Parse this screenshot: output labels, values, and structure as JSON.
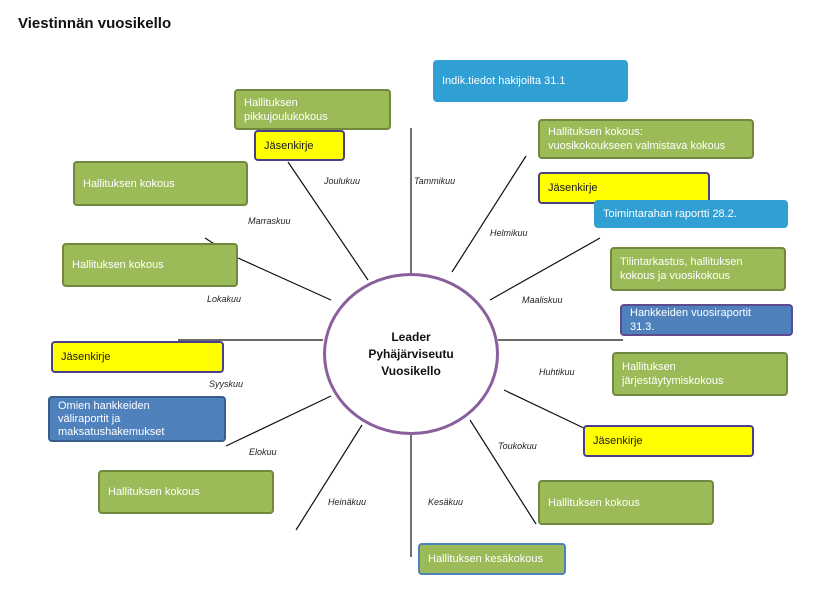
{
  "title": "Viestinnän vuosikello",
  "center": {
    "line1": "Leader",
    "line2": "Pyhäjärviseutu",
    "line3": "Vuosikello"
  },
  "months": {
    "tammikuu": "Tammikuu",
    "helmikuu": "Helmikuu",
    "maaliskuu": "Maaliskuu",
    "huhtikuu": "Huhtikuu",
    "toukokuu": "Toukokuu",
    "kesakuu": "Kesäkuu",
    "heinakuu": "Heinäkuu",
    "elokuu": "Elokuu",
    "syyskuu": "Syyskuu",
    "lokakuu": "Lokakuu",
    "marraskuu": "Marraskuu",
    "joulukuu": "Joulukuu"
  },
  "boxes": {
    "indik": "Indik.tiedot hakijoilta 31.1",
    "pikkujoulu": "Hallituksen pikkujoulukokous",
    "jasenkirje_dec": "Jäsenkirje",
    "hallitus_feb_1": "Hallituksen kokous:",
    "hallitus_feb_2": "vuosikokoukseen  valmistava kokous",
    "jasenkirje_feb": "Jäsenkirje",
    "toimintaraha": "Toimintarahan raportti 28.2.",
    "hallitus_nov": "Hallituksen kokous",
    "hallitus_oct": "Hallituksen kokous",
    "tilintarkastus_1": "Tilintarkastus, hallituksen",
    "tilintarkastus_2": "kokous ja vuosikokous",
    "vuosiraportit_1": "Hankkeiden vuosiraportit",
    "vuosiraportit_2": "31.3.",
    "jasenkirje_sep": "Jäsenkirje",
    "jarjestaytymis_1": "Hallituksen",
    "jarjestaytymis_2": "järjestäytymiskokous",
    "valiraportit_1": "Omien hankkeiden",
    "valiraportit_2": "väliraportit ja",
    "valiraportit_3": "maksatushakemukset",
    "jasenkirje_may": "Jäsenkirje",
    "hallitus_aug": "Hallituksen kokous",
    "hallitus_may": "Hallituksen kokous",
    "kesakokous": "Hallituksen kesäkokous"
  },
  "colors": {
    "green": "#9bbb59",
    "yellow": "#ffff00",
    "blue": "#2f9fd4",
    "cornflower": "#4f81bd",
    "hub_border": "#8a5f9e"
  }
}
